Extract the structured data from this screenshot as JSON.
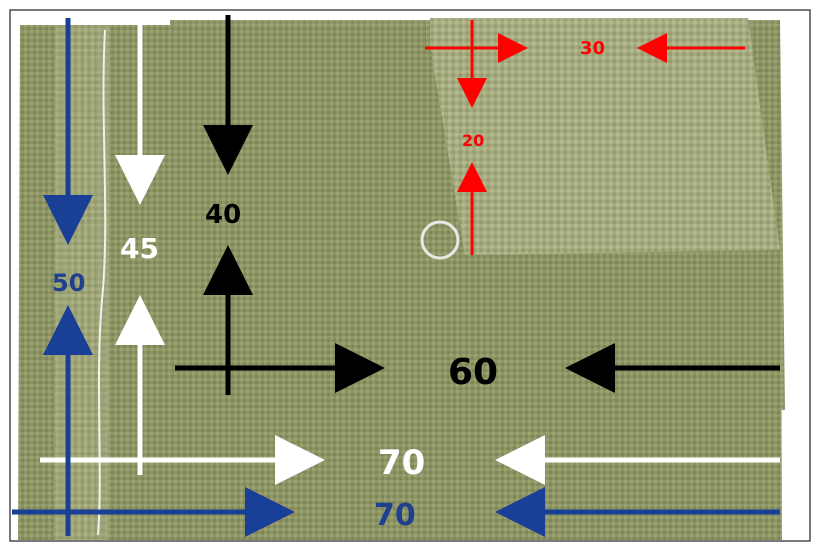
{
  "photo": {
    "subject": "woven-polypropylene-sacks",
    "colors": {
      "fabric": "#8f9867",
      "fabric_dark": "#6d7447",
      "fabric_light": "#b7bd8e",
      "background": "#ffffff",
      "arrow_white": "#ffffff",
      "arrow_black": "#000000",
      "arrow_red": "#ff0000",
      "arrow_blue": "#1a3f96",
      "label_blue": "#1f3f8f"
    }
  },
  "annotations": {
    "red_width": "30",
    "red_height": "20",
    "black_width": "60",
    "black_height": "40",
    "white_width": "70",
    "white_height": "45",
    "blue_width": "70",
    "blue_height": "50"
  }
}
